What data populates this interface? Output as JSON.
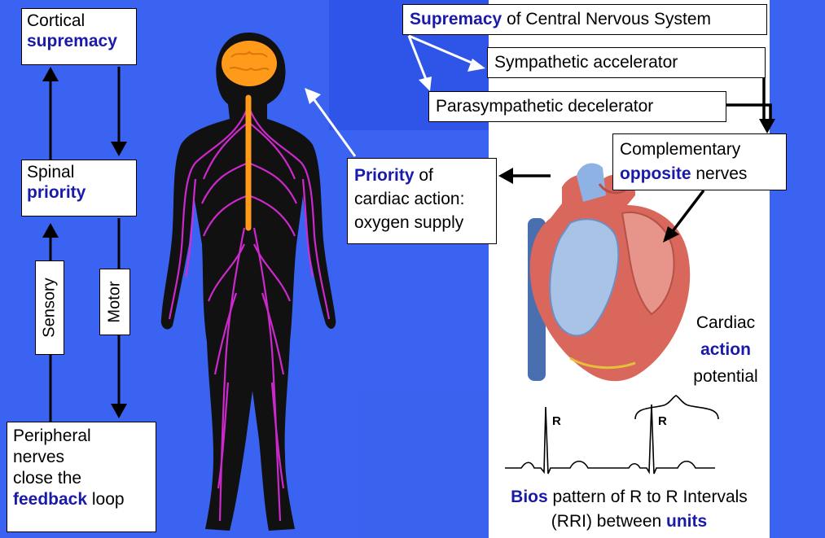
{
  "colors": {
    "blue_bg": "#3a63f2",
    "highlight": "#1a1aa8",
    "nerves": "#d62bd6",
    "brain": "#ff9a1a"
  },
  "left": {
    "cortical": [
      "Cortical",
      "supremacy"
    ],
    "spinal": [
      "Spinal",
      "priority"
    ],
    "sensory": "Sensory",
    "motor": "Motor",
    "peripheral": [
      "Peripheral",
      "nerves",
      "close the",
      "feedback",
      "loop"
    ]
  },
  "center": {
    "priority": [
      "Priority",
      "of",
      "cardiac action:",
      "oxygen supply"
    ]
  },
  "right": {
    "supremacy": [
      "Supremacy",
      "of Central Nervous System"
    ],
    "sympathetic": "Sympathetic accelerator",
    "parasympathetic": "Parasympathetic decelerator",
    "complementary": [
      "Complementary",
      "opposite",
      "nerves"
    ],
    "cardiac": [
      "Cardiac",
      "action",
      "potential"
    ],
    "ecg_r1": "R",
    "ecg_r2": "R",
    "bios": [
      "Bios",
      "pattern of R to R Intervals",
      "(RRI) between",
      "units"
    ]
  }
}
